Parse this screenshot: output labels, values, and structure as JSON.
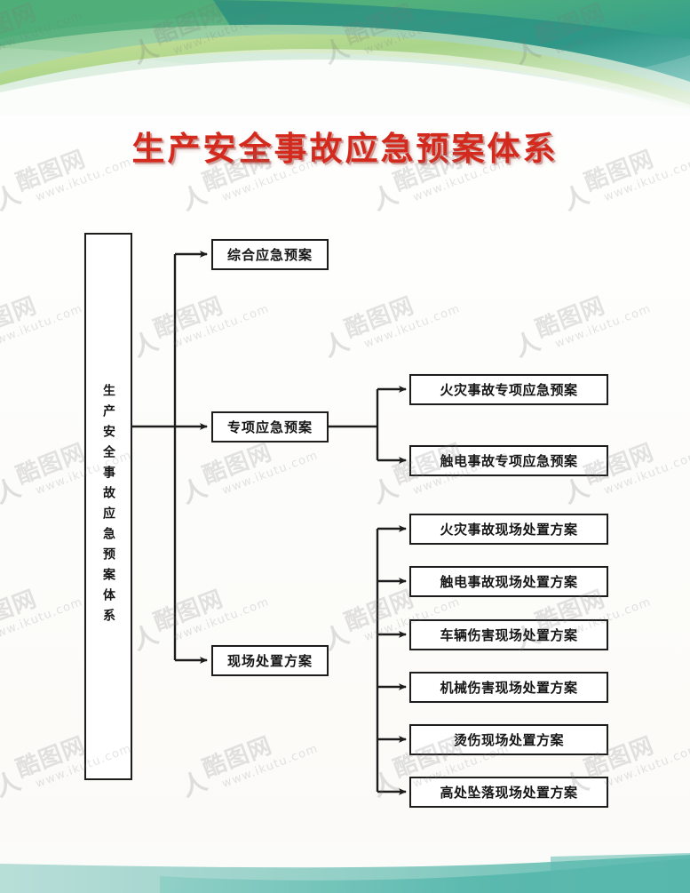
{
  "page": {
    "title": "生产安全事故应急预案体系",
    "title_color": "#d42a1e",
    "background_color": "#ffffff",
    "header_accent_color": "#3f9e6f",
    "footer_accent_color": "#6dc3b8",
    "line_color": "#1d1d1d"
  },
  "watermark": {
    "brand": "酷图网",
    "url": "www.ikutu.com",
    "mark": "人"
  },
  "diagram": {
    "type": "tree",
    "root": {
      "label": "生产安全事故应急预案体系",
      "orientation": "vertical"
    },
    "level2": [
      {
        "label": "综合应急预案",
        "children": []
      },
      {
        "label": "专项应急预案",
        "children": [
          "火灾事故专项应急预案",
          "触电事故专项应急预案"
        ]
      },
      {
        "label": "现场处置方案",
        "children": [
          "火灾事故现场处置方案",
          "触电事故现场处置方案",
          "车辆伤害现场处置方案",
          "机械伤害现场处置方案",
          "烫伤现场处置方案",
          "高处坠落现场处置方案"
        ]
      }
    ]
  }
}
